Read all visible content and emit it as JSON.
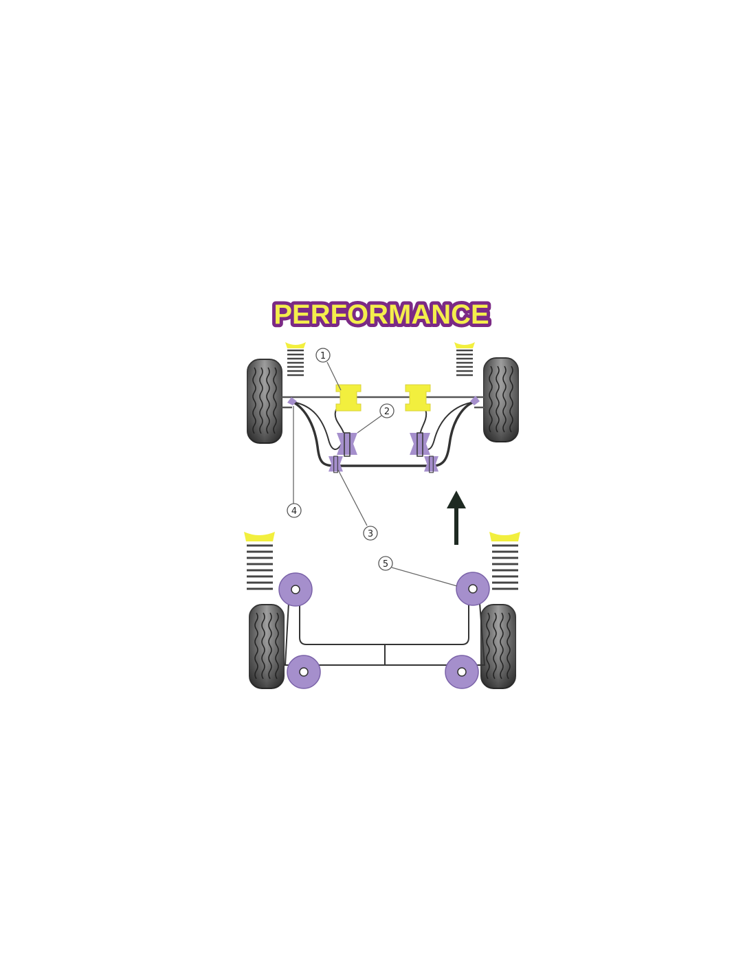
{
  "title": "PERFORMANCE",
  "callouts": [
    "1",
    "2",
    "3",
    "4",
    "5"
  ],
  "direction_arrow": "arrow-up-icon",
  "colors": {
    "title_fill": "#f4ee4c",
    "title_stroke": "#7b2a85",
    "bush_yellow": "#f2ef3e",
    "bush_purple": "#a58fcc",
    "tyre": "#4a4a4a",
    "line": "#333333"
  }
}
